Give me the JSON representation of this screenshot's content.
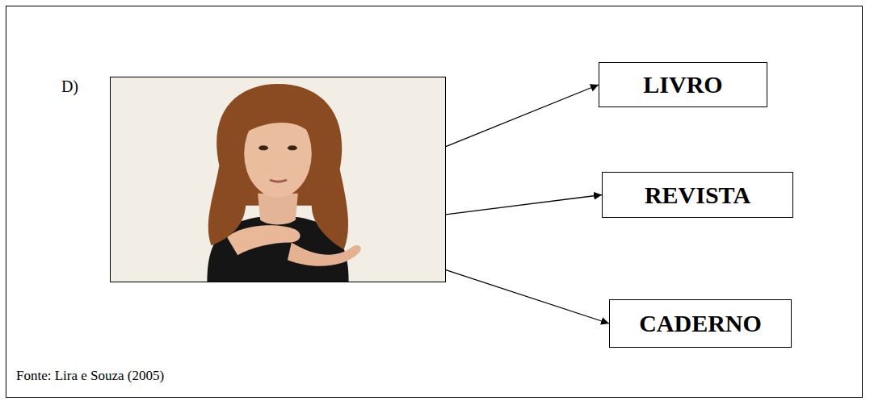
{
  "diagram": {
    "nodes": [
      {
        "text": [
          "D)"
        ]
      },
      {
        "text": [
          "LIVRO"
        ]
      },
      {
        "text": [
          "REVISTA"
        ]
      },
      {
        "text": [
          "CADERNO"
        ]
      }
    ],
    "edges": [
      {
        "from": 0,
        "to": 1,
        "arrow": "to"
      },
      {
        "from": 0,
        "to": 2,
        "arrow": "to"
      },
      {
        "from": 0,
        "to": 3,
        "arrow": "to"
      }
    ],
    "labels": [
      "Fonte: Lira e Souza (2005)"
    ]
  }
}
